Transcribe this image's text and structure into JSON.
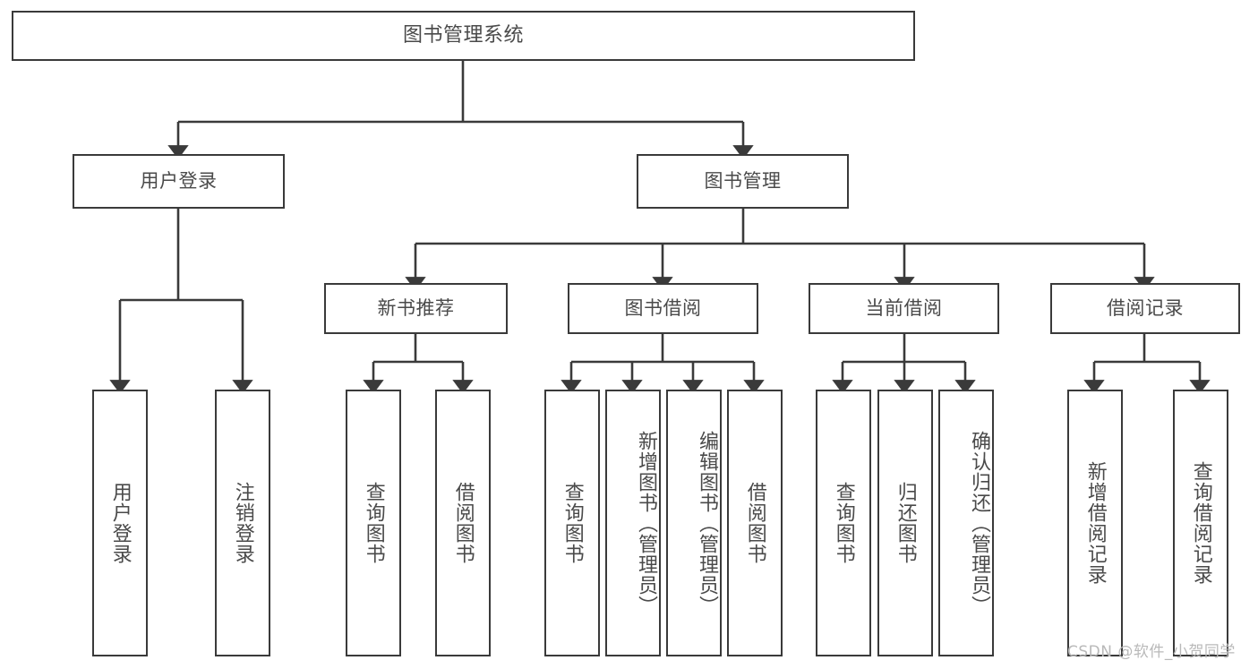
{
  "diagram": {
    "type": "hierarchy-tree",
    "title": "图书管理系统",
    "orientation": "top-down",
    "colors": {
      "background": "#ffffff",
      "box_border": "#3a3a3a",
      "box_fill": "#ffffff",
      "text": "#4a4a4a",
      "edge": "#3a3a3a",
      "watermark": "#b9b9b9"
    },
    "root": {
      "label": "图书管理系统"
    },
    "level2": [
      {
        "label": "用户登录"
      },
      {
        "label": "图书管理"
      }
    ],
    "level3": [
      {
        "label": "新书推荐"
      },
      {
        "label": "图书借阅"
      },
      {
        "label": "当前借阅"
      },
      {
        "label": "借阅记录"
      }
    ],
    "leaves": {
      "user_login": [
        {
          "label": "用户登录"
        },
        {
          "label": "注销登录"
        }
      ],
      "new_book_recommend": [
        {
          "label": "查询图书"
        },
        {
          "label": "借阅图书"
        }
      ],
      "book_borrow": [
        {
          "label": "查询图书"
        },
        {
          "label": "新增图书（管理员）"
        },
        {
          "label": "编辑图书（管理员）"
        },
        {
          "label": "借阅图书"
        }
      ],
      "current_borrow": [
        {
          "label": "查询图书"
        },
        {
          "label": "归还图书"
        },
        {
          "label": "确认归还（管理员）"
        }
      ],
      "borrow_records": [
        {
          "label": "新增借阅记录"
        },
        {
          "label": "查询借阅记录"
        }
      ]
    },
    "watermark": "CSDN @软件_小贺同学"
  }
}
